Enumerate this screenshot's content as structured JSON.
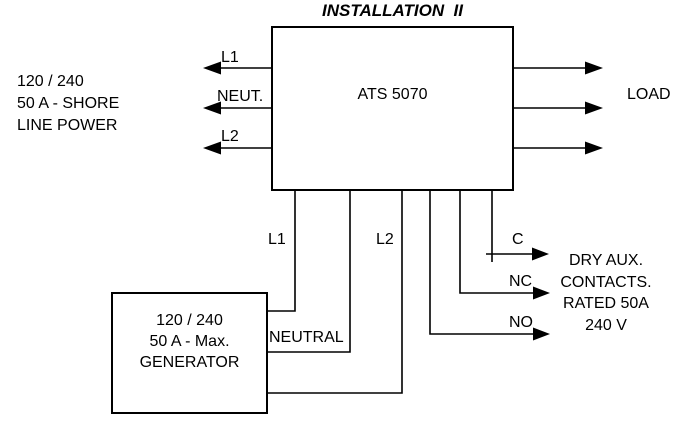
{
  "title": "INSTALLATION  II",
  "shore_power": {
    "line1": "120 / 240",
    "line2": "50 A - SHORE",
    "line3": "LINE POWER"
  },
  "ats": {
    "label": "ATS 5070"
  },
  "load": {
    "label": "LOAD"
  },
  "shore_terminals": {
    "l1": "L1",
    "neutral": "NEUT.",
    "l2": "L2"
  },
  "generator": {
    "line1": "120 / 240",
    "line2": "50 A - Max.",
    "line3": "GENERATOR"
  },
  "generator_terminals": {
    "l1": "L1",
    "neutral": "NEUTRAL",
    "l2": "L2"
  },
  "aux_contacts": {
    "c": "C",
    "nc": "NC",
    "no": "NO",
    "line1": "DRY AUX.",
    "line2": "CONTACTS.",
    "line3": "RATED 50A",
    "line4": "240 V"
  },
  "colors": {
    "line": "#000000",
    "background": "#ffffff",
    "text": "#000000"
  }
}
